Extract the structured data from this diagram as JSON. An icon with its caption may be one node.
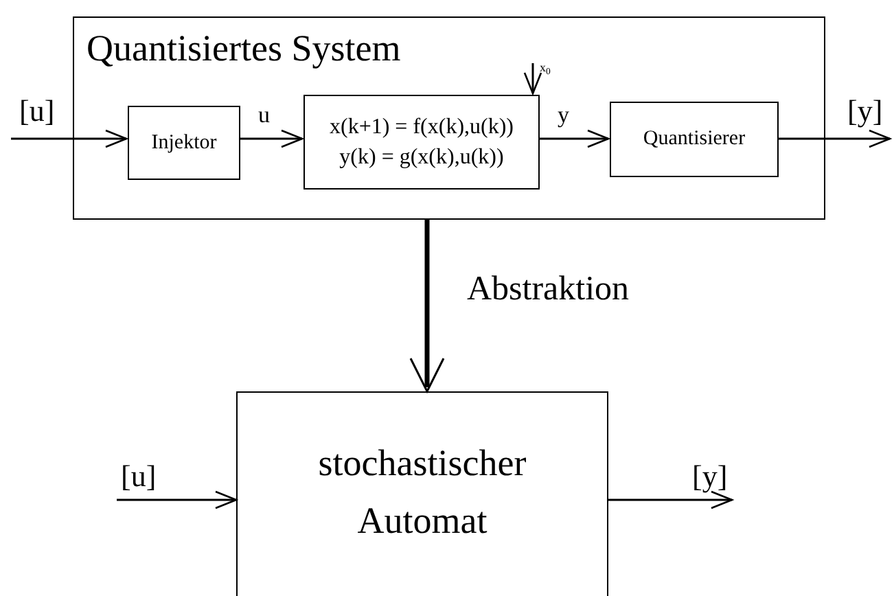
{
  "diagram": {
    "nodes": [
      {
        "text": [
          "Quantisiertes System"
        ]
      },
      {
        "text": [
          "Injektor"
        ],
        "in": 0
      },
      {
        "text": [
          "x(k+1) = f(x(k),u(k))",
          "y(k) = g(x(k),u(k))"
        ],
        "in": 0
      },
      {
        "text": [
          "Quantisierer"
        ],
        "in": 0
      },
      {
        "text": [
          "stochastischer Automat"
        ]
      }
    ],
    "edges": [
      {
        "from": null,
        "to": 1,
        "arrow": "to",
        "label": "[u]"
      },
      {
        "from": 1,
        "to": 2,
        "arrow": "to",
        "label": "u"
      },
      {
        "from": 2,
        "to": 3,
        "arrow": "to",
        "label": "y"
      },
      {
        "from": 3,
        "to": null,
        "arrow": "to",
        "label": "[y]"
      },
      {
        "from": null,
        "to": 2,
        "arrow": "to",
        "label": "x$_{0}$"
      },
      {
        "from": 0,
        "to": 4,
        "arrow": "to",
        "label": "Abstraktion",
        "style": "thick"
      },
      {
        "from": null,
        "to": 4,
        "arrow": "to",
        "label": "[u]"
      },
      {
        "from": 4,
        "to": null,
        "arrow": "to",
        "label": "[y]"
      }
    ]
  }
}
